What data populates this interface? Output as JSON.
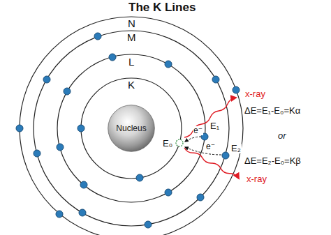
{
  "diagram": {
    "title": "The K Lines",
    "nodes": [
      {
        "text": [
          "Nucleus"
        ]
      }
    ],
    "labels": [
      "N",
      "M",
      "L",
      "K",
      "E₁",
      "E₀",
      "E₂",
      "e⁻",
      "e⁻",
      "x-ray",
      "ΔE=E₁-E₀=Kα",
      "or",
      "ΔE=E₂-E₀=Kβ",
      "x-ray"
    ]
  }
}
